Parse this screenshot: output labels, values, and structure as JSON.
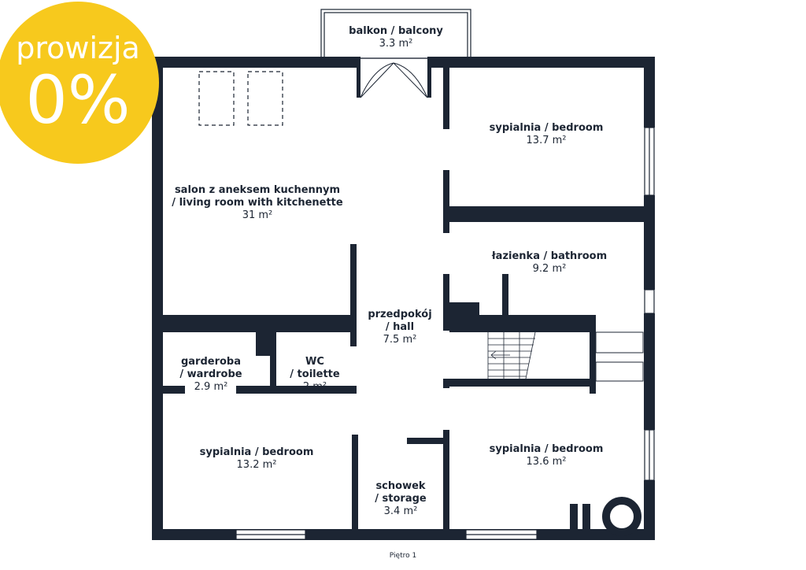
{
  "badge": {
    "line1": "prowizja",
    "line2": "0%"
  },
  "rooms": [
    {
      "name": "balkon / balcony",
      "area": "3.3 m²"
    },
    {
      "name": "sypialnia / bedroom",
      "area": "13.7 m²"
    },
    {
      "name": "salon z aneksem kuchennym\n/ living room with kitchenette",
      "area": "31 m²"
    },
    {
      "name": "łazienka / bathroom",
      "area": "9.2 m²"
    },
    {
      "name": "przedpokój\n/ hall",
      "area": "7.5 m²"
    },
    {
      "name": "garderoba\n/ wardrobe",
      "area": "2.9 m²"
    },
    {
      "name": "WC\n/ toilette",
      "area": "2 m²"
    },
    {
      "name": "sypialnia / bedroom",
      "area": "13.2 m²"
    },
    {
      "name": "sypialnia / bedroom",
      "area": "13.6 m²"
    },
    {
      "name": "schowek\n/ storage",
      "area": "3.4 m²"
    }
  ],
  "floor_label": "Piętro 1",
  "colors": {
    "wall": "#1c2533",
    "badge": "#f7c91d",
    "text": "#1c2533"
  }
}
